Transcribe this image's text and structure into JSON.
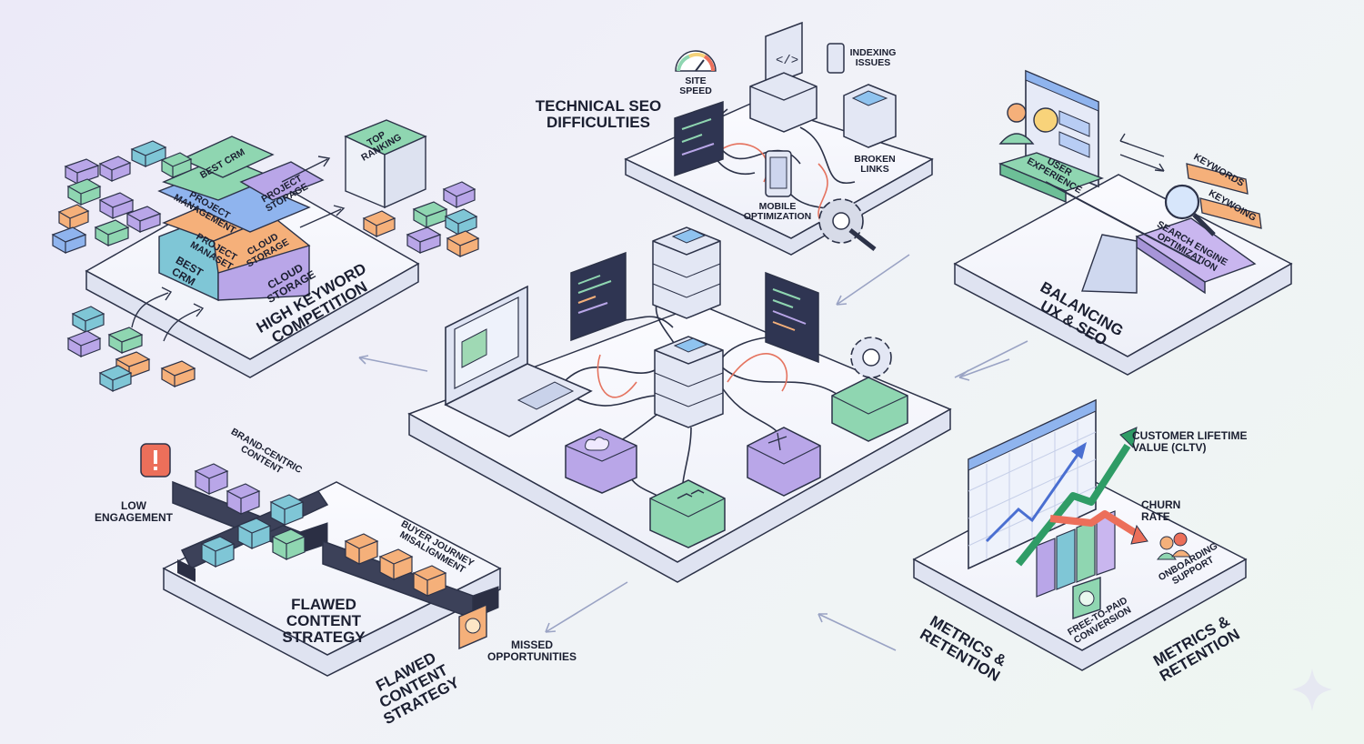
{
  "labels": {
    "technical_seo": "TECHNICAL SEO\nDIFFICULTIES",
    "site_speed": "SITE\nSPEED",
    "indexing_issues": "INDEXING\nISSUES",
    "broken_links": "BROKEN\nLINKS",
    "mobile_optimization": "MOBILE\nOPTIMIZATION",
    "high_keyword": "HIGH KEYWORD\nCOMPETITION",
    "top_ranking": "TOP\nRANKING",
    "best_crm": "BEST CRM",
    "project_management": "PROJECT\nMANAGEMENT",
    "project_storage": "PROJECT\nSTORAGE",
    "project_manaset": "PROJECT\nMANASET",
    "cloud_storage_1": "CLOUD\nSTORAGE",
    "best_crm_2": "BEST\nCRM",
    "cloud_storage_2": "CLOUD\nSTORAGE",
    "balancing": "BALANCING\nUX & SEO",
    "user_experience": "USER\nEXPERIENCE",
    "keywords": "KEYWORDS",
    "keywoing": "KEYWOING",
    "seo_opt": "SEARCH ENGINE\nOPTIMIZATION",
    "cltv": "CUSTOMER LIFETIME\nVALUE (CLTV)",
    "churn_rate": "CHURN\nRATE",
    "onboarding": "ONBOARDING\nSUPPORT",
    "free_to_paid": "FREE-TO-PAID\nCONVERSION",
    "metrics_1": "METRICS &\nRETENTION",
    "metrics_2": "METRICS &\nRETENTION",
    "brand_centric": "BRAND-CENTRIC\nCONTENT",
    "low_engagement": "LOW\nENGAGEMENT",
    "buyer_journey": "BUYER JOURNEY\nMISALIGNMENT",
    "flawed_1": "FLAWED\nCONTENT\nSTRATEGY",
    "flawed_2": "FLAWED\nCONTENT\nSTRATEGY",
    "missed": "MISSED\nOPPORTUNITIES"
  },
  "colors": {
    "platform": "#f7f8fd",
    "outline": "#2c3248",
    "purple": "#b9a6e8",
    "green": "#8fd6b1",
    "teal": "#7fc6d6",
    "orange": "#f5b07a",
    "blue": "#8fb4ee",
    "accent_red": "#ec6f5a"
  },
  "icons": [
    "gauge-icon",
    "code-window-icon",
    "phone-icon",
    "server-icon",
    "gear-icon",
    "cloud-icon",
    "link-icon",
    "warning-icon",
    "lightbulb-icon",
    "dollar-icon",
    "users-icon",
    "magnifier-icon",
    "sparkle-icon"
  ]
}
